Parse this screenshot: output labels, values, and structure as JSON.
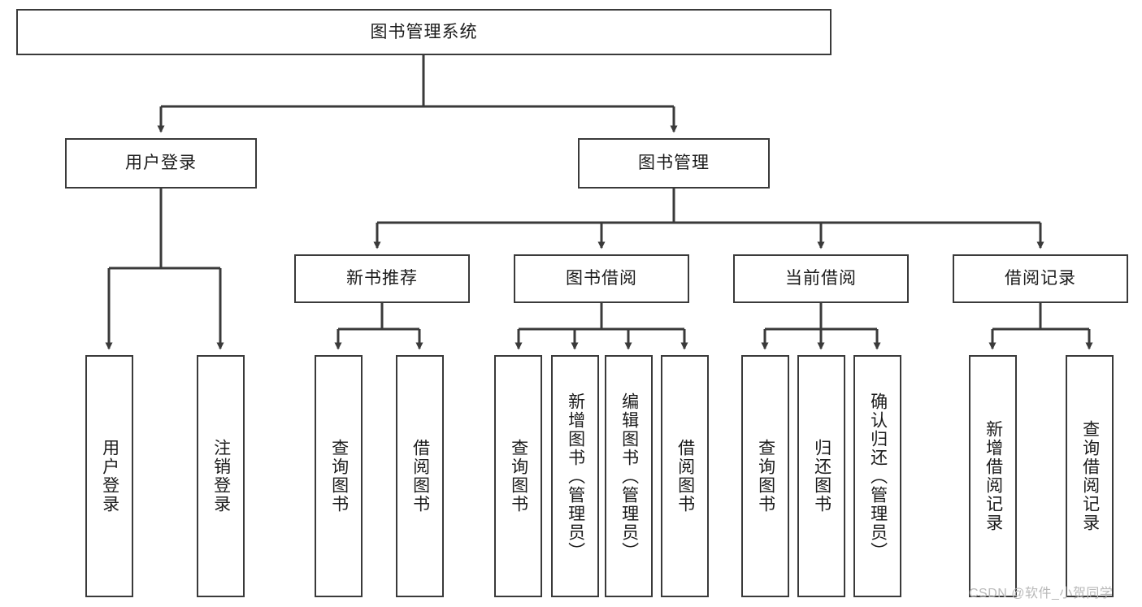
{
  "diagram": {
    "type": "tree",
    "title": "图书管理系统",
    "watermark": "CSDN @软件_小贺同学",
    "colors": {
      "border": "#3a3a3a",
      "background": "#ffffff",
      "text": "#1b1b1b",
      "edge": "#3a3a3a",
      "watermark": "#b9b9b9"
    },
    "levels": {
      "root": {
        "label": "图书管理系统"
      },
      "level2": [
        {
          "label": "用户登录"
        },
        {
          "label": "图书管理"
        }
      ],
      "level3": [
        {
          "label": "新书推荐"
        },
        {
          "label": "图书借阅"
        },
        {
          "label": "当前借阅"
        },
        {
          "label": "借阅记录"
        }
      ],
      "leaves": {
        "user_login": [
          {
            "label": "用户登录"
          },
          {
            "label": "注销登录"
          }
        ],
        "new_book": [
          {
            "label": "查询图书"
          },
          {
            "label": "借阅图书"
          }
        ],
        "book_borrow": [
          {
            "label": "查询图书"
          },
          {
            "label": "新增图书（管理员）"
          },
          {
            "label": "编辑图书（管理员）"
          },
          {
            "label": "借阅图书"
          }
        ],
        "current_borrow": [
          {
            "label": "查询图书"
          },
          {
            "label": "归还图书"
          },
          {
            "label": "确认归还（管理员）"
          }
        ],
        "borrow_record": [
          {
            "label": "新增借阅记录"
          },
          {
            "label": "查询借阅记录"
          }
        ]
      }
    }
  }
}
